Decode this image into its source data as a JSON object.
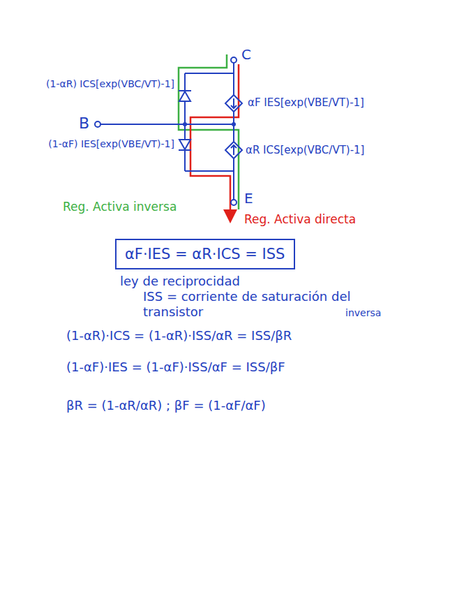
{
  "diagram": {
    "nodes": [
      {
        "text": [
          "αF·IES = αR·ICS = ISS"
        ]
      }
    ],
    "edges": [],
    "labels": [
      "C",
      "(1-αR) ICS[exp(VBC/VT)-1]",
      "αF IES[exp(VBE/VT)-1]",
      "B",
      "(1-αF) IES[exp(VBE/VT)-1]",
      "αR ICS[exp(VBC/VT)-1]",
      "E",
      "Reg. Activa inversa",
      "Reg. Activa directa",
      "ley de reciprocidad",
      "ISS = corriente de saturación del transistor",
      "inversa",
      "(1-αR)·ICS = (1-αR)·ISS/αR = ISS/βR",
      "(1-αF)·IES = (1-αF)·ISS/αF = ISS/βF",
      "βR = (1-αR/αR) ; βF = (1-αF/αF)"
    ]
  }
}
